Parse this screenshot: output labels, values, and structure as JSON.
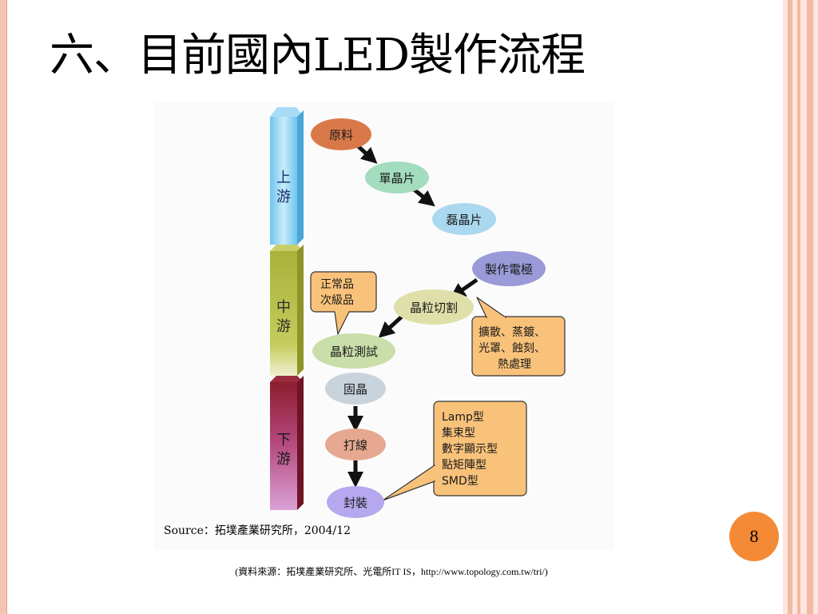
{
  "slide": {
    "title": "六、目前國內LED製作流程",
    "page_number": "8",
    "caption": "(資料來源：拓墣產業研究所、光電所IT IS，http://www.topology.com.tw/tri/)"
  },
  "diagram": {
    "source": "Source：拓墣產業研究所，2004/12",
    "stages": [
      {
        "char1": "上",
        "char2": "游",
        "color": "#8fd4f4"
      },
      {
        "char1": "中",
        "char2": "游",
        "color": "#bcc44a"
      },
      {
        "char1": "下",
        "char2": "游",
        "color": "#b2467a"
      }
    ],
    "nodes": {
      "raw": "原料",
      "single_crystal": "單晶片",
      "epi_wafer": "磊晶片",
      "electrode": "製作電極",
      "dicing": "晶粒切割",
      "testing": "晶粒測試",
      "die_bond": "固晶",
      "wire_bond": "打線",
      "package": "封裝"
    },
    "callouts": {
      "grade": [
        "正常品",
        "次級品"
      ],
      "process": [
        "擴散、蒸鍍、",
        "光罩、蝕刻、",
        "熱處理"
      ],
      "types": [
        "Lamp型",
        "集束型",
        "數字顯示型",
        "點矩陣型",
        "SMD型"
      ]
    }
  }
}
